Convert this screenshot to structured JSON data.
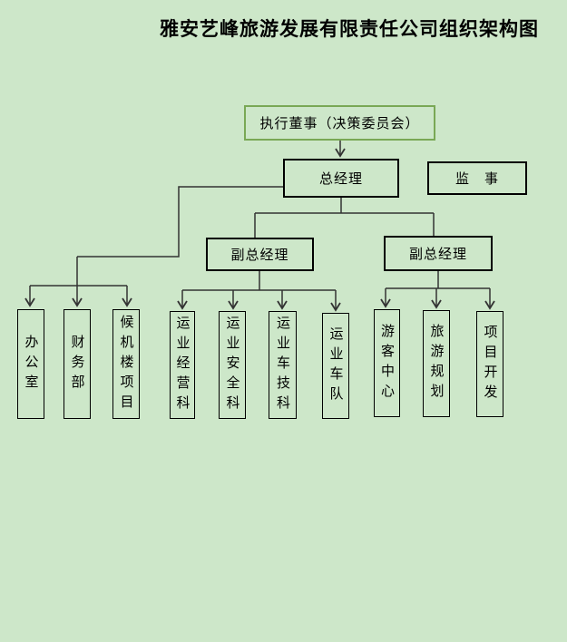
{
  "title": "雅安艺峰旅游发展有限责任公司组织架构图",
  "colors": {
    "background": "#cde7c9",
    "exec-border": "#79a855",
    "box-border": "#000000",
    "line": "#333333"
  },
  "org": {
    "executive_director": {
      "label": "执行董事（决策委员会）"
    },
    "general_manager": {
      "label": "总经理"
    },
    "supervisor": {
      "label": "监　事"
    },
    "deputy_gm_left": {
      "label": "副总经理"
    },
    "deputy_gm_right": {
      "label": "副总经理"
    },
    "gm_departments": [
      "办公室",
      "财务部",
      "候机楼项目"
    ],
    "left_deputy_departments": [
      "运业经营科",
      "运业安全科",
      "运业车技科",
      "运业车队"
    ],
    "right_deputy_departments": [
      "游客中心",
      "旅游规划",
      "项目开发"
    ]
  }
}
